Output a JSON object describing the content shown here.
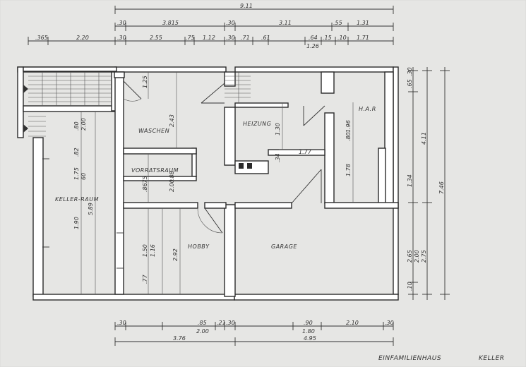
{
  "title": "EINFAMILIENHAUS",
  "subtitle": "KELLER",
  "rooms": {
    "waschen": "WASCHEN",
    "heizung": "HEIZUNG",
    "har": "H.A.R",
    "vorratsraum": "VORRATSRAUM",
    "kellerraum": "KELLER-RAUM",
    "hobby": "HOBBY",
    "garage": "GARAGE"
  },
  "dimensions": {
    "top_total": "9.11",
    "top_a": "3.815",
    "top_b": "3.11",
    "top_30a": ".30",
    "top_30b": ".30",
    "top_55": ".55",
    "top_131": "1.31",
    "row2_365": ".365",
    "row2_220": "2.20",
    "row2_30": ".30",
    "row2_255": "2.55",
    "row2_75": ".75",
    "row2_112": "1.12",
    "row2_30b": ".30",
    "row2_71": ".71",
    "row2_61": ".61",
    "row2_64": ".64",
    "row2_126": "1.26",
    "row2_15": ".15",
    "row2_10": ".10",
    "row2_171": "1.71",
    "bot_30a": ".30",
    "bot_85": ".85",
    "bot_200": "2.00",
    "bot_21": ".21",
    "bot_30b": ".30",
    "bot_90": ".90",
    "bot_180": "1.80",
    "bot_210": "2.10",
    "bot_30c": ".30",
    "bot_376": "3.76",
    "bot_495": "4.95",
    "right_746": "7.46",
    "right_411": "4.11",
    "right_265": "2.65",
    "right_200": "2.00",
    "right_275": "2.75",
    "right_165": ".65",
    "right_134": "1.34",
    "right_10": ".10",
    "right_30": ".30",
    "in_243": "2.43",
    "in_292": "2.92",
    "in_130": "1.30",
    "in_177": "1.77",
    "in_196": "1.96",
    "in_178": "1.78",
    "in_200b": "2.00",
    "in_88": ".88",
    "in_589": "5.89",
    "in_190": "1.90",
    "in_175": "1.75",
    "in_60": "60",
    "in_82": ".82",
    "in_80": ".80",
    "in_125": "1.25",
    "in_75": ".75",
    "in_200": "2.00",
    "in_80b": ".80",
    "in_86": ".86",
    "in_150": "1.50",
    "in_116": "1.16",
    "in_77": ".77",
    "in_34": ".34"
  }
}
